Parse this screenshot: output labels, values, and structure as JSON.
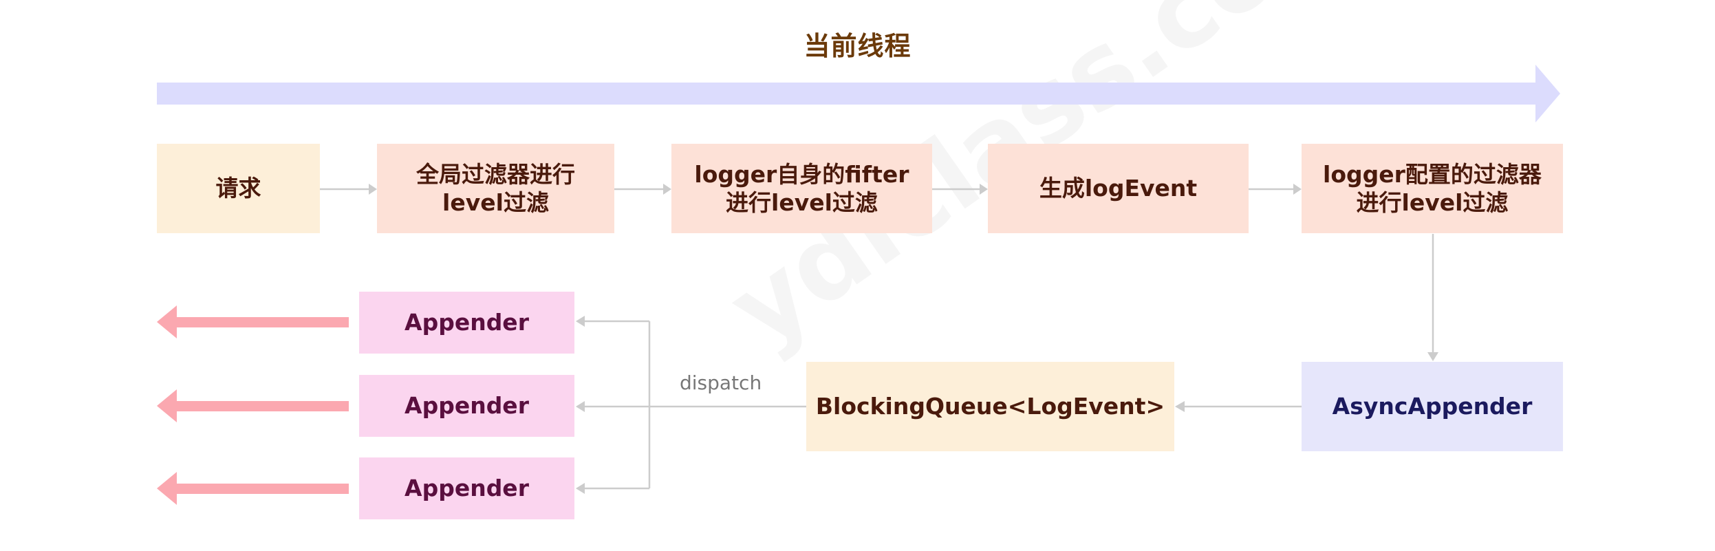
{
  "title": "当前线程",
  "row1": {
    "request": "请求",
    "global_filter": "全局过滤器进行\nlevel过滤",
    "logger_filter": "logger自身的fifter\n进行level过滤",
    "gen_event": "生成logEvent",
    "logger_config_filter": "logger配置的过滤器\n进行level过滤"
  },
  "row2": {
    "async_appender": "AsyncAppender",
    "queue": "BlockingQueue<LogEvent>",
    "dispatch": "dispatch",
    "appenders": [
      "Appender",
      "Appender",
      "Appender"
    ]
  },
  "watermark": "ydlclass.com",
  "colors": {
    "thread_arrow": "#dcdcfd",
    "out_arrow": "#fba8b0",
    "connector": "#cccccc"
  }
}
